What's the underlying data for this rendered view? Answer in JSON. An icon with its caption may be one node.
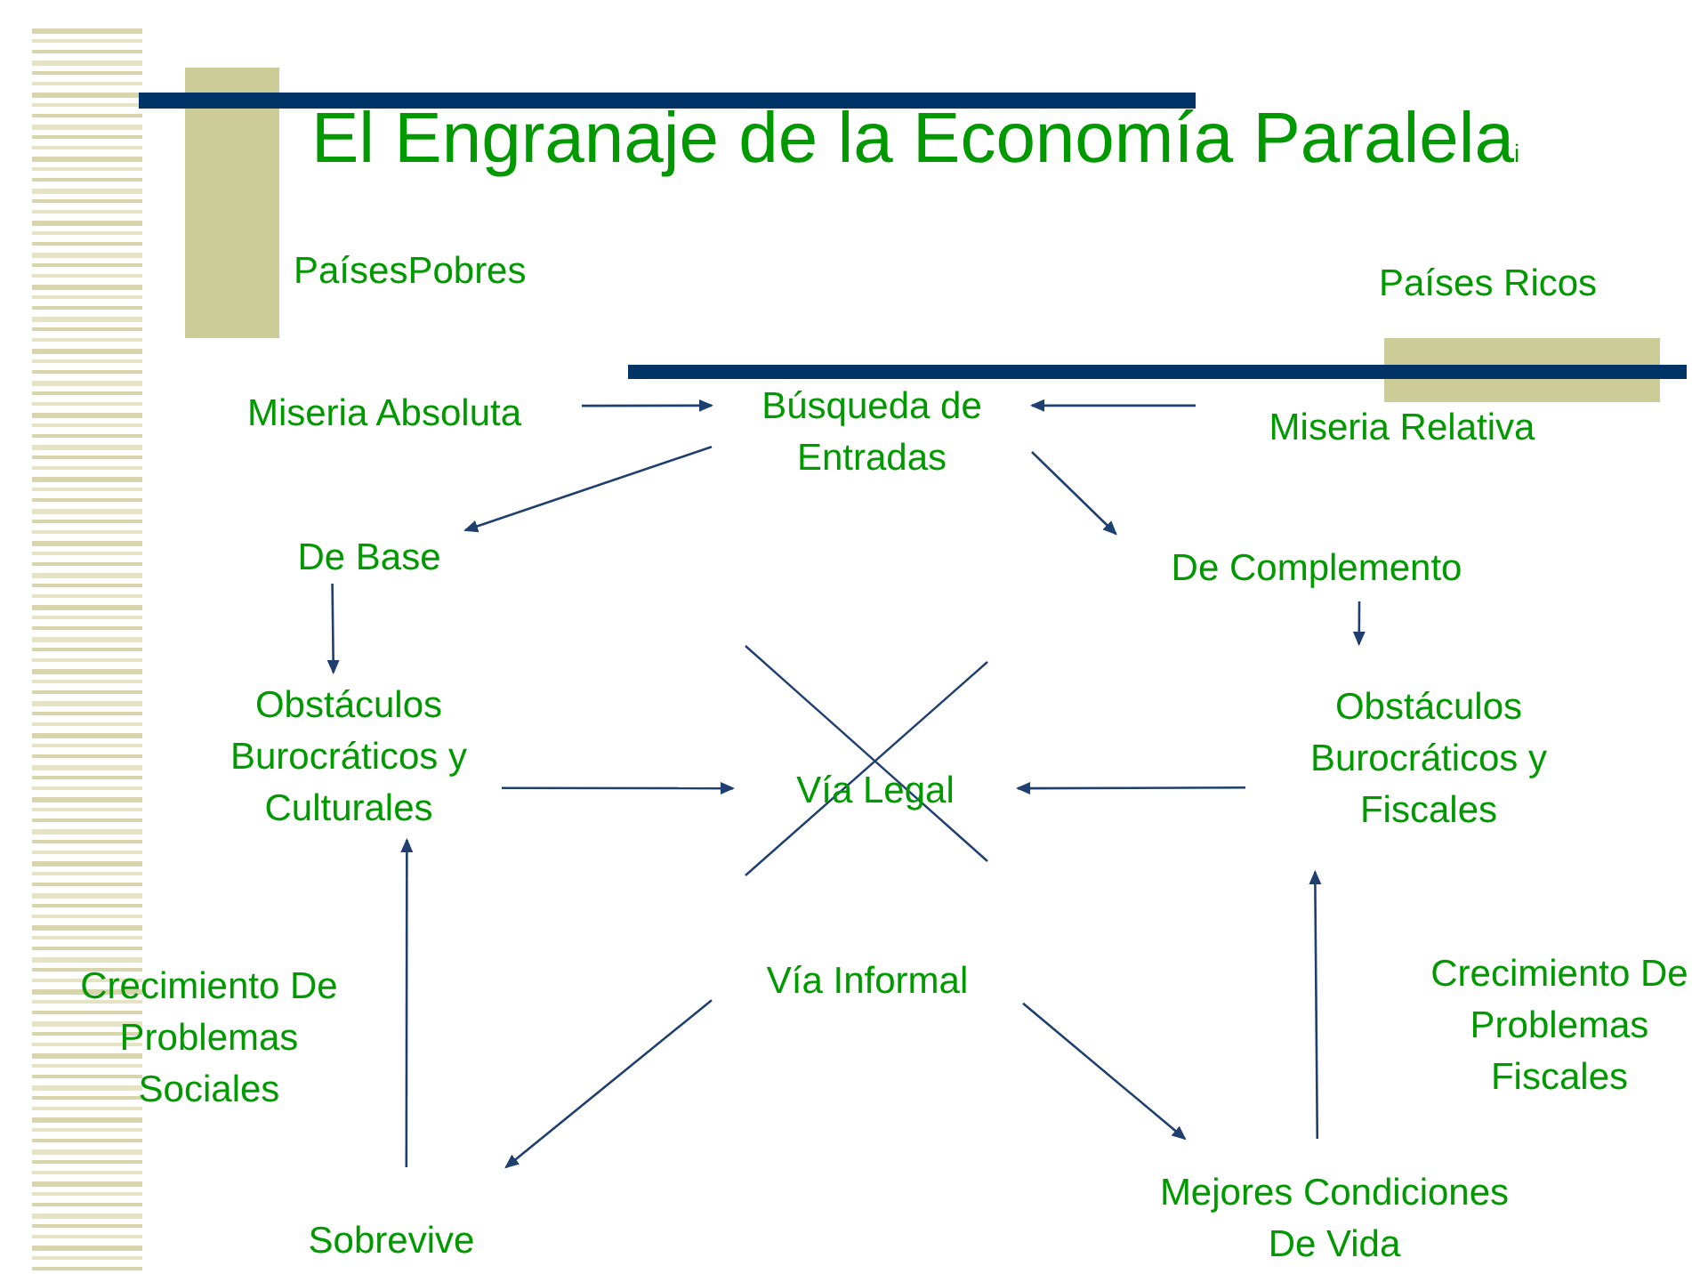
{
  "diagram": {
    "title": "El Engranaje de la Economía Paralela$_{i}$",
    "nodes": [
      {
        "text": [
          "Miseria Absoluta"
        ]
      },
      {
        "text": [
          "Búsqueda de Entradas"
        ]
      },
      {
        "text": [
          "Miseria Relativa"
        ]
      },
      {
        "text": [
          "De Base"
        ]
      },
      {
        "text": [
          "De Complemento"
        ]
      },
      {
        "text": [
          "Obstáculos Burocráticos y Culturales"
        ]
      },
      {
        "text": [
          "Vía Legal"
        ]
      },
      {
        "text": [
          "Obstáculos Burocráticos y Fiscales"
        ]
      },
      {
        "text": [
          "Vía Informal"
        ]
      },
      {
        "text": [
          "Sobrevive"
        ]
      },
      {
        "text": [
          "Mejores Condiciones De Vida"
        ]
      }
    ],
    "edges": [
      {
        "from": 0,
        "to": 1,
        "arrow": "to"
      },
      {
        "from": 2,
        "to": 1,
        "arrow": "to"
      },
      {
        "from": 1,
        "to": 3,
        "arrow": "to"
      },
      {
        "from": 1,
        "to": 4,
        "arrow": "to"
      },
      {
        "from": 3,
        "to": 5,
        "arrow": "to"
      },
      {
        "from": 4,
        "to": 7,
        "arrow": "to"
      },
      {
        "from": 5,
        "to": 6,
        "arrow": "to"
      },
      {
        "from": 7,
        "to": 6,
        "arrow": "to"
      },
      {
        "from": 8,
        "to": 9,
        "arrow": "to"
      },
      {
        "from": 8,
        "to": 10,
        "arrow": "to"
      },
      {
        "from": 9,
        "to": 5,
        "arrow": "to"
      },
      {
        "from": 10,
        "to": 7,
        "arrow": "to"
      }
    ],
    "labels": [
      "PaísesPobres",
      "Países Ricos",
      "Crecimiento De Problemas Sociales",
      "Crecimiento De Problemas Fiscales"
    ]
  }
}
